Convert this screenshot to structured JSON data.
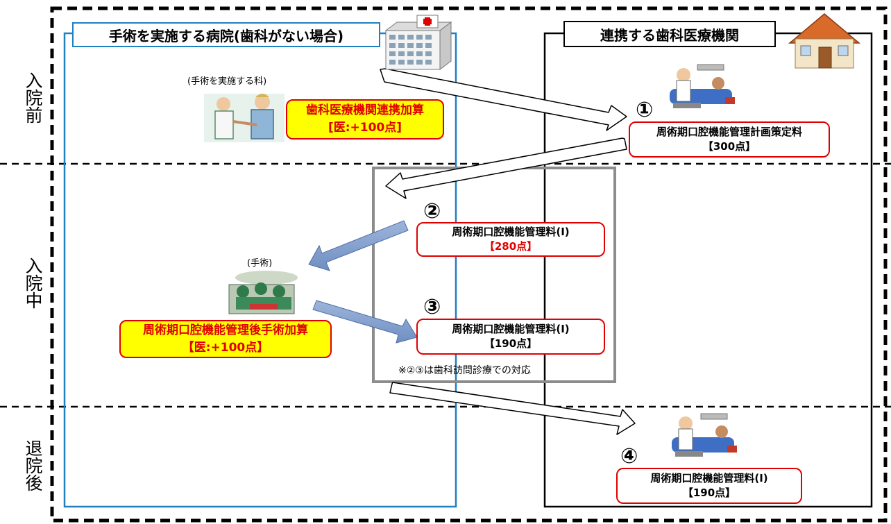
{
  "phases": {
    "before": "入院前",
    "during": "入院中",
    "after": "退院後"
  },
  "hospital": {
    "title": "手術を実施する病院(歯科がない場合)",
    "dept_note": "(手術を実施する科)",
    "surgery_note": "(手術)",
    "dental_link_addition": {
      "line1": "歯科医療機関連携加算",
      "line2": "[医:+100点]"
    },
    "post_surgery_addition": {
      "line1": "周術期口腔機能管理後手術加算",
      "line2": "【医:+100点】"
    }
  },
  "dental": {
    "title": "連携する歯科医療機関"
  },
  "steps": [
    {
      "number": "①",
      "line1": "周術期口腔機能管理計画策定料",
      "line2": "【300点】"
    },
    {
      "number": "②",
      "line1": "周術期口腔機能管理料(Ⅰ)",
      "line2": "【280点】"
    },
    {
      "number": "③",
      "line1": "周術期口腔機能管理料(Ⅰ)",
      "line2": "【190点】"
    },
    {
      "number": "④",
      "line1": "周術期口腔機能管理料(Ⅰ)",
      "line2": "【190点】"
    }
  ],
  "visit_note": "※②③は歯科訪問診療での対応",
  "colors": {
    "hospital_border": "#1f7fc1",
    "red_accent": "#e00000",
    "yellow_fill": "#ffff00",
    "gray_frame": "#8c8c8c",
    "blue_arrow": "#7b9bc9"
  }
}
